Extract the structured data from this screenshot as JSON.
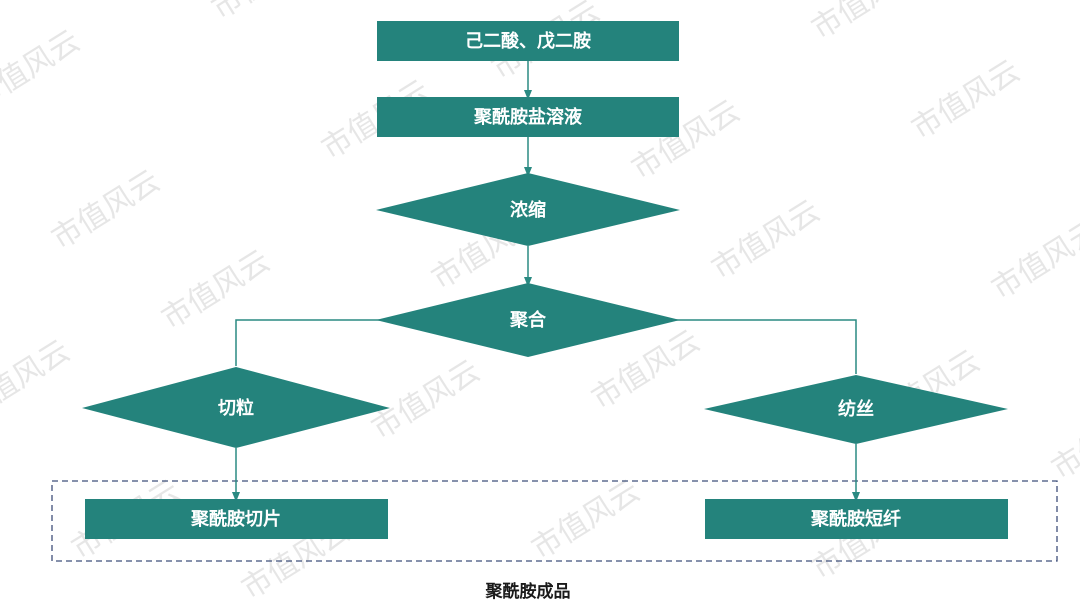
{
  "diagram": {
    "colors": {
      "node_fill": "#24837c",
      "connector": "#2a8a82",
      "group_border": "#3f4f7a",
      "text": "#ffffff",
      "caption": "#1a1a1a"
    },
    "nodes": {
      "raw_materials": "己二酸、戊二胺",
      "salt_solution": "聚酰胺盐溶液",
      "concentration": "浓缩",
      "polymerization": "聚合",
      "pelletizing": "切粒",
      "spinning": "纺丝",
      "chips": "聚酰胺切片",
      "staple_fiber": "聚酰胺短纤"
    },
    "group_caption": "聚酰胺成品",
    "watermark": "市值风云"
  }
}
